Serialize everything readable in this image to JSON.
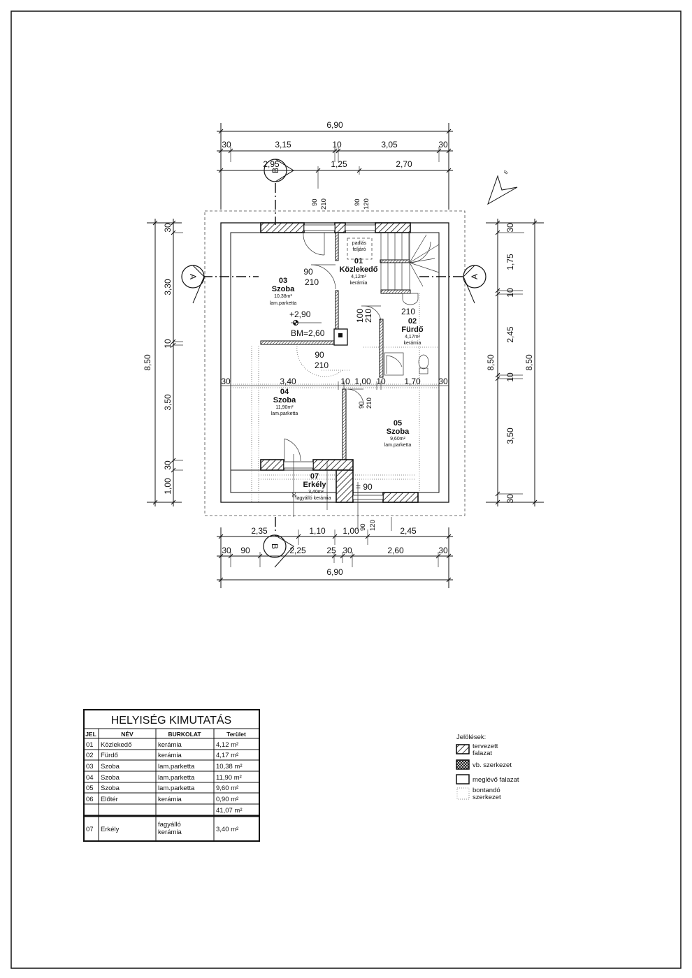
{
  "plan": {
    "dims_top": {
      "total": "6,90",
      "row2": [
        "30",
        "3,15",
        "10",
        "3,05",
        "30"
      ],
      "row3": [
        "2,95",
        "1,25",
        "2,70"
      ]
    },
    "dims_bottom": {
      "row1": [
        "2,35",
        "1,10",
        "1,00",
        "2,45"
      ],
      "row2": [
        "30",
        "90",
        "2,25",
        "25",
        "30",
        "2,60",
        "30"
      ],
      "total": "6,90"
    },
    "dims_left": {
      "total": "8,50",
      "parts": [
        "30",
        "3,30",
        "10",
        "3,50",
        "30",
        "1,00"
      ]
    },
    "dims_right": {
      "total": "8,50",
      "total_outer": "8,50",
      "parts": [
        "30",
        "1,75",
        "10",
        "2,45",
        "10",
        "3,50",
        "30"
      ]
    },
    "dims_inner": [
      "30",
      "3,40",
      "10",
      "1,00",
      "10",
      "1,70",
      "30"
    ],
    "openings": {
      "top_left": [
        "90",
        "210"
      ],
      "top_right": [
        "90",
        "120"
      ],
      "room03": [
        "90",
        "210"
      ],
      "corridor": [
        "100",
        "210"
      ],
      "bath": "210",
      "room04": [
        "90",
        "210"
      ],
      "room05": [
        "90",
        "210"
      ],
      "bottom": [
        "90",
        "120"
      ],
      "balcony_width": "= 90",
      "balcony_side": "90"
    },
    "rooms": [
      {
        "no": "01",
        "name": "Közlekedő",
        "area": "4,12m²",
        "floor": "kerámia"
      },
      {
        "no": "02",
        "name": "Fürdő",
        "area": "4,17m²",
        "floor": "kerámia"
      },
      {
        "no": "03",
        "name": "Szoba",
        "area": "10,38m²",
        "floor": "lam.parketta"
      },
      {
        "no": "04",
        "name": "Szoba",
        "area": "11,90m²",
        "floor": "lam.parketta"
      },
      {
        "no": "05",
        "name": "Szoba",
        "area": "9,60m²",
        "floor": "lam.parketta"
      },
      {
        "no": "07",
        "name": "Erkély",
        "area": "3,40m²",
        "floor": "fagyálló kerámia"
      }
    ],
    "attic_access": [
      "padlás",
      "feljáró"
    ],
    "level": "+2,90",
    "bm": "BM=2,60",
    "sections": {
      "a": "A",
      "b": "B"
    },
    "north_label": "É"
  },
  "table": {
    "title": "HELYISÉG KIMUTATÁS",
    "headers": [
      "JEL",
      "NÉV",
      "BURKOLAT",
      "Terület"
    ],
    "rows": [
      [
        "01",
        "Közlekedő",
        "kerámia",
        "4,12 m²"
      ],
      [
        "02",
        "Fürdő",
        "kerámia",
        "4,17 m²"
      ],
      [
        "03",
        "Szoba",
        "lam.parketta",
        "10,38 m²"
      ],
      [
        "04",
        "Szoba",
        "lam.parketta",
        "11,90 m²"
      ],
      [
        "05",
        "Szoba",
        "lam.parketta",
        "9,60 m²"
      ],
      [
        "06",
        "Előtér",
        "kerámia",
        "0,90 m²"
      ]
    ],
    "total": "41,07 m²",
    "balcony": {
      "no": "07",
      "name": "Erkély",
      "floor": [
        "fagyálló",
        "kerámia"
      ],
      "area": "3,40 m²"
    }
  },
  "legend": {
    "title": "Jelölések:",
    "items": [
      {
        "label": [
          "tervezett",
          "falazat"
        ]
      },
      {
        "label": [
          "vb. szerkezet"
        ]
      },
      {
        "label": [
          "meglévő falazat"
        ]
      },
      {
        "label": [
          "bontandó",
          "szerkezet"
        ]
      }
    ]
  }
}
